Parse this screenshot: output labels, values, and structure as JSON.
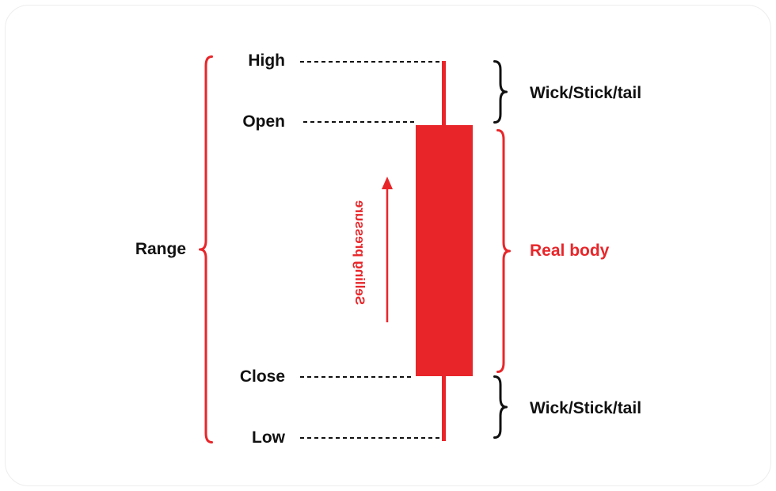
{
  "colors": {
    "candle_red": "#e8262a",
    "text_black": "#111111",
    "background": "#ffffff"
  },
  "price_labels": {
    "high": "High",
    "open": "Open",
    "close": "Close",
    "low": "Low"
  },
  "annotations": {
    "range": "Range",
    "upper_wick": "Wick/Stick/tail",
    "real_body": "Real body",
    "lower_wick": "Wick/Stick/tail",
    "pressure": "Selling pressure"
  }
}
